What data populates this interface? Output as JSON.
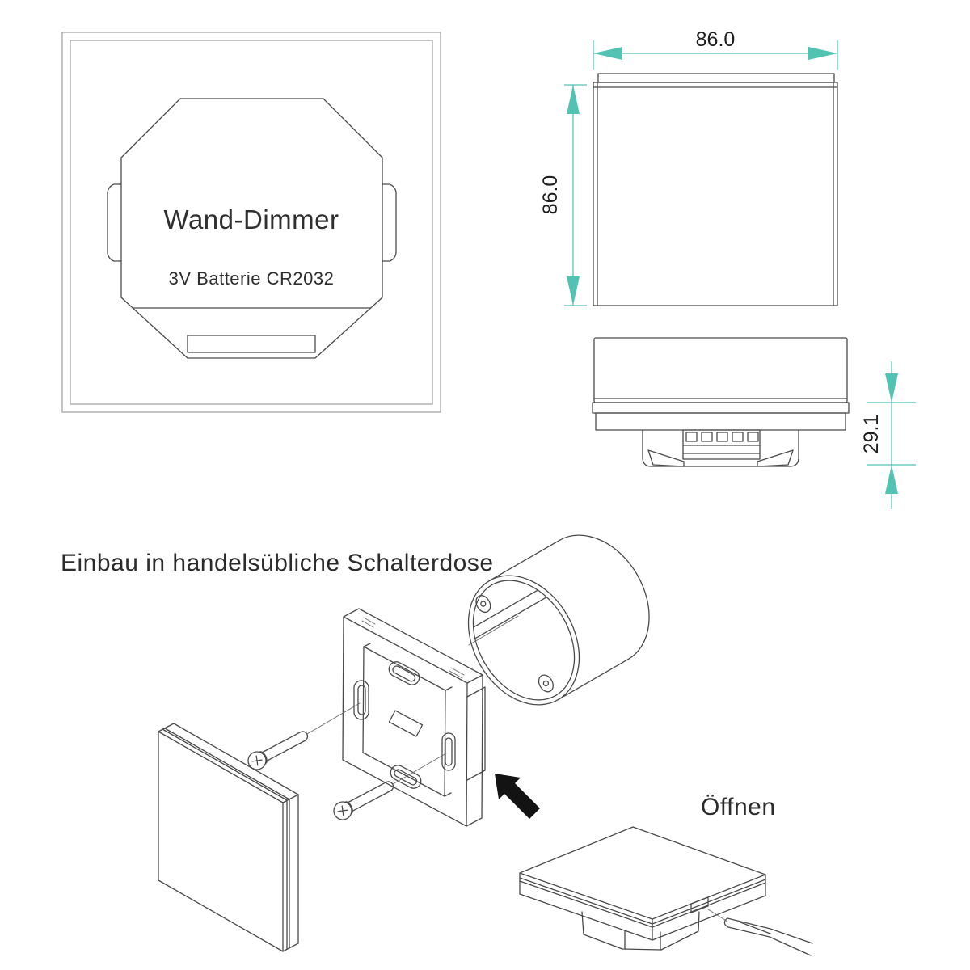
{
  "page": {
    "background": "#ffffff"
  },
  "colors": {
    "dimension_accent": "#52c3b3",
    "drawing_line": "#4a4a4a",
    "panel_border_gray": "#9e9e9e",
    "text": "#2b2b2b",
    "arrow_fill": "#131313"
  },
  "front_view": {
    "product_name": "Wand-Dimmer",
    "battery_label": "3V Batterie CR2032"
  },
  "dimensions": {
    "width": "86.0",
    "height": "86.0",
    "depth": "29.1"
  },
  "installation": {
    "heading": "Einbau in handelsübliche Schalterdose"
  },
  "opening": {
    "label": "Öffnen"
  },
  "icons": {
    "insert_direction_arrow": "black-diagonal-arrow-up-left",
    "screwdriver": "flathead-screwdriver-tip"
  }
}
